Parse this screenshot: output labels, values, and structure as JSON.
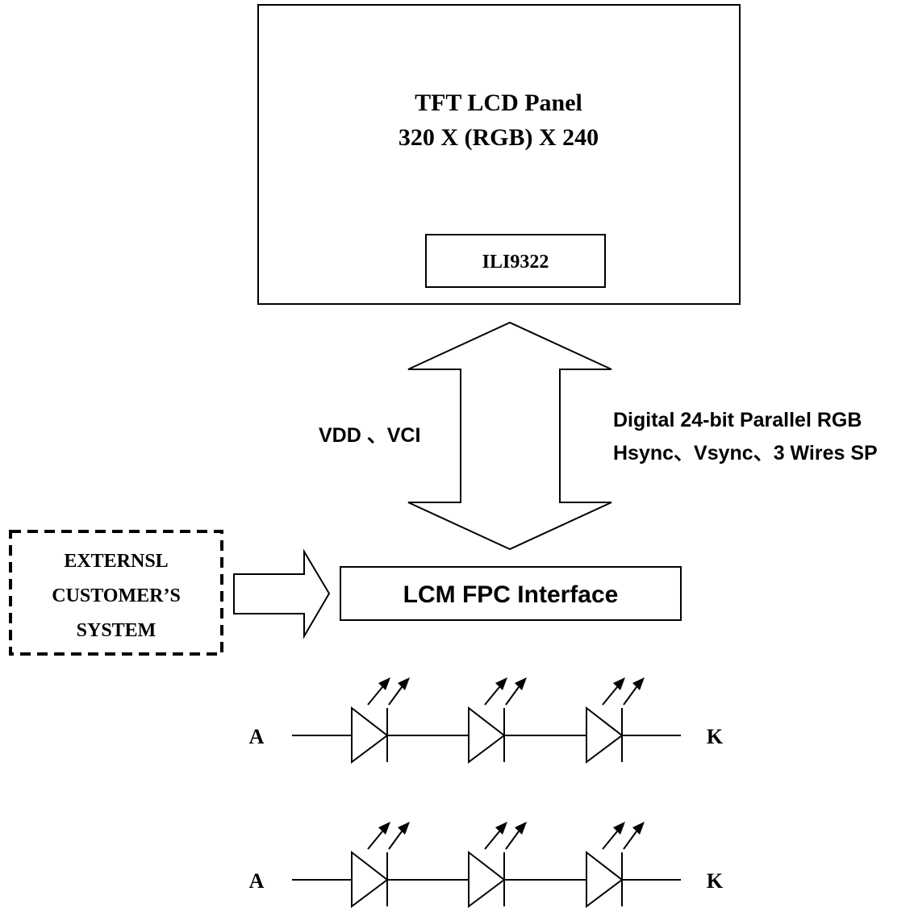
{
  "panel": {
    "title_line1": "TFT LCD Panel",
    "title_line2": "320 X (RGB) X 240",
    "driver_ic": "ILI9322"
  },
  "power_label": "VDD 、VCI",
  "signal_labels": {
    "line1": "Digital 24-bit Parallel RGB",
    "line2": "Hsync、Vsync、3 Wires SP"
  },
  "external_system": {
    "line1": "EXTERNSL",
    "line2": "CUSTOMER’S",
    "line3": "SYSTEM"
  },
  "interface_label": "LCM FPC Interface",
  "led_strings": [
    {
      "anode": "A",
      "cathode": "K"
    },
    {
      "anode": "A",
      "cathode": "K"
    }
  ],
  "colors": {
    "line": "#000000",
    "background": "#ffffff"
  }
}
